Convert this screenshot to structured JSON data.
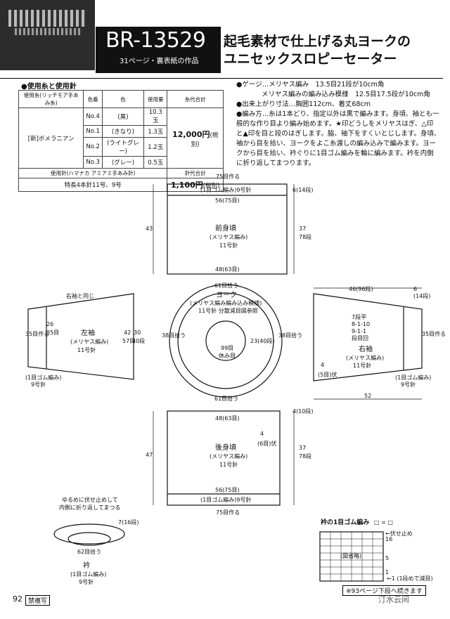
{
  "header": {
    "code": "BR-13529",
    "note": "31ページ・裏表紙の作品",
    "title_line1": "起毛素材で仕上げる丸ヨークの",
    "title_line2": "ユニセックスロピーセーター"
  },
  "materials": {
    "heading": "●使用糸と使用針",
    "col_yarn": "使用糸(リッチモア手あみ糸)",
    "col_no": "色番",
    "col_color": "色",
    "col_amount": "使用量",
    "col_price": "糸代合計",
    "yarn_name": "[新]ボメラニアン",
    "rows": [
      {
        "no": "No.4",
        "color": "(黒)",
        "amount": "10.3玉"
      },
      {
        "no": "No.1",
        "color": "(きなり)",
        "amount": "1.3玉"
      },
      {
        "no": "No.2",
        "color": "(ライトグレー)",
        "amount": "1.2玉"
      },
      {
        "no": "No.3",
        "color": "(グレー)",
        "amount": "0.5玉"
      }
    ],
    "price": "12,000円",
    "price_tax": "(税別)",
    "needle_header": "使用針(ハマナカ アミアミ手あみ針)",
    "needle_price_header": "針代合計",
    "needle": "特長4本針11号、9号",
    "needle_price": "1,100円",
    "needle_tax": "(税別)"
  },
  "specs": {
    "gauge_label": "●ゲージ…メリヤス編み　13.5目21段が10cm角",
    "gauge_line2": "メリヤス編みの編み込み模様　12.5目17.5段が10cm角",
    "size": "●出来上がり寸法…胸囲112cm、着丈68cm",
    "method1": "●編み方…糸は1本どり、指定以外は黒で編みます。身頃、袖とも一",
    "method2": "般的な作り目より編み始めます。★印どうしをメリヤスはぎ、△印",
    "method3": "と▲印を目と段のはぎします。脇、袖下をすくいとじします。身頃、",
    "method4": "袖から目を拾い、ヨークをよこ糸渡しの編み込みで編みます。ヨー",
    "method5": "クから目を拾い、衿ぐりに1目ゴム編みを輪に編みます。衿を内側",
    "method6": "に折り返してまつります。"
  },
  "diagram": {
    "front": {
      "title": "前身頃",
      "sub": "(メリヤス編み)",
      "needle": "11号針",
      "top": "75目作る",
      "rib": "(1目ゴム編み)9号針",
      "w56": "56(75目)",
      "w48": "48(63目)",
      "h43": "43",
      "h37": "37",
      "h78": "78段",
      "h6": "6(14段)"
    },
    "back": {
      "title": "後身頃",
      "sub": "(メリヤス編み)",
      "needle": "11号針",
      "top": "48(63目)",
      "bottom": "75目作る",
      "rib": "(1目ゴム編み)9号針",
      "w56": "56(75目)",
      "h47": "47",
      "h37": "37",
      "h78": "78段",
      "h4": "4(10段)",
      "dec": "4",
      "dec2": "(6目)伏"
    },
    "yoke": {
      "title": "ヨーク",
      "sub": "(メリヤス編み編み込み模様)",
      "needle": "11号針 分散減目図参照",
      "top": "61目拾う",
      "bottom": "61目拾う",
      "inner": "99目",
      "inner2": "休み目",
      "depth": "23(40段)",
      "side": "38目拾う"
    },
    "left": {
      "title": "左袖",
      "sub": "(メリヤス編み)",
      "needle": "11号針",
      "note": "右袖と同じ",
      "rib": "(1目ゴム編み)",
      "rib2": "9号針",
      "c35": "35目作る",
      "c26": "26",
      "c35b": "35目",
      "w42": "42",
      "w57": "57目",
      "w30": "30",
      "w40": "40段"
    },
    "right": {
      "title": "右袖",
      "sub": "(メリヤス編み)",
      "needle": "11号針",
      "w46": "46(96段)",
      "h6": "6",
      "h14": "(14段)",
      "w52": "52",
      "inc": "7段平",
      "inc2": "8-1-10",
      "inc3": "9-1-1",
      "inc4": "段目回",
      "rib": "(1目ゴム編み)",
      "rib2": "9号針",
      "dec": "4",
      "dec2": "(5目)伏",
      "c35": "35目作る"
    },
    "collar": {
      "note1": "ゆるめに伏せ止めして",
      "note2": "内側に折り返してまつる",
      "h7": "7(16段)",
      "pick": "62目拾う",
      "title": "衿",
      "sub": "(1目ゴム編み)",
      "needle": "9号針"
    },
    "chart": {
      "title": "衿の1目ゴム編み",
      "sym": "□ = □",
      "legend1": "←伏せ止め",
      "legend2": "(図省略)",
      "legend3": "←1 (1段めで減目)",
      "n16": "16",
      "n5": "5",
      "n1": "1",
      "foot": "※93ページ下段へ続きます"
    }
  },
  "footer": {
    "page": "92",
    "tag": "禁複写",
    "watermark": "汀水云间"
  }
}
